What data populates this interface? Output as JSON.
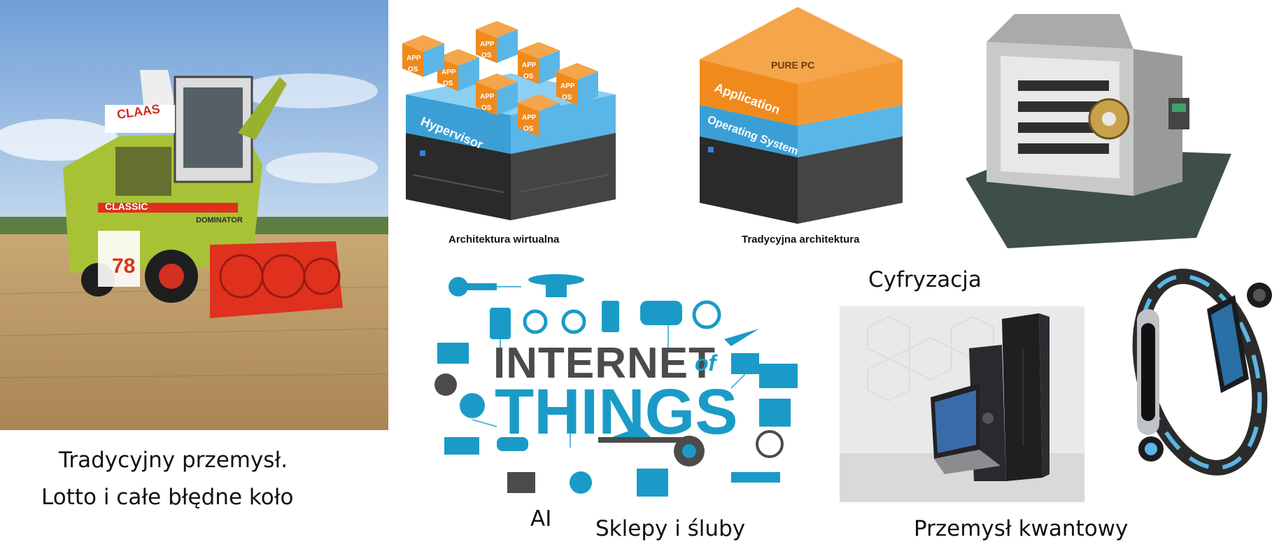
{
  "captions": {
    "traditional_line1": "Tradycyjny przemysł.",
    "traditional_line2": "Lotto i całe błędne koło",
    "ai": "AI",
    "shops": "Sklepy i śluby",
    "digitization": "Cyfryzacja",
    "quantum": "Przemysł kwantowy"
  },
  "virtual_arch": {
    "caption": "Architektura wirtualna",
    "layer_label": "Hypervisor",
    "box_app": "APP",
    "box_os": "OS"
  },
  "traditional_arch": {
    "caption": "Tradycyjna architektura",
    "app_label": "Application",
    "os_label": "Operating System",
    "logo_text": "PURE PC"
  },
  "harvester": {
    "brand": "CLAAS",
    "model": "CLASSIC",
    "number": "78",
    "sub": "DOMINATOR"
  },
  "iot": {
    "line1": "INTERNET",
    "of": "of",
    "line2": "THINGS"
  },
  "colors": {
    "iot_blue": "#1a9bc7",
    "iot_dark": "#4b4b4b",
    "hypervisor_blue": "#3b9fd6",
    "app_orange": "#f08a1d",
    "harvester_green": "#a8c236",
    "harvester_red": "#e0301e"
  }
}
